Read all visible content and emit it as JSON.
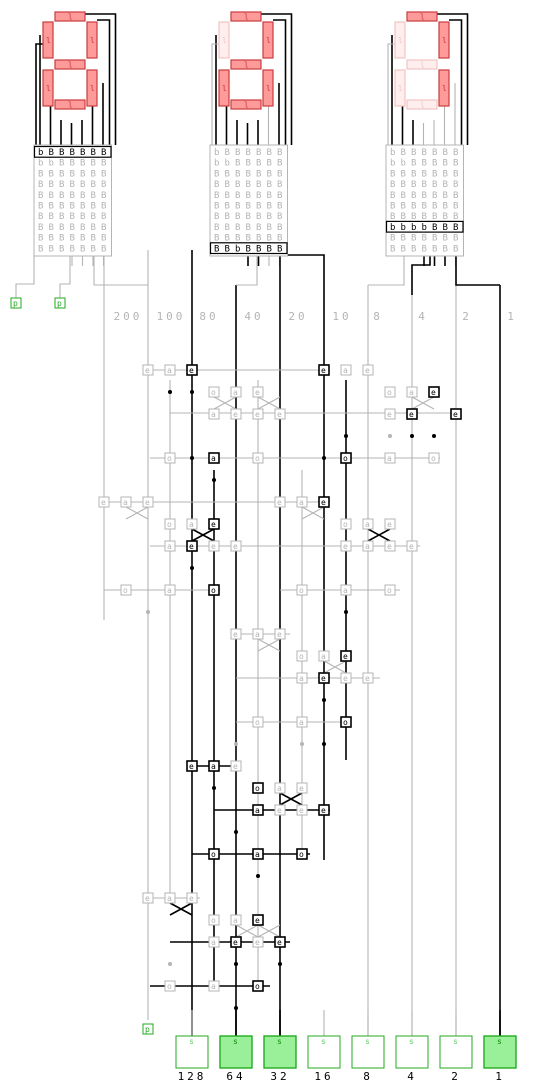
{
  "digits": [
    {
      "segments_on": [
        "a",
        "b",
        "c",
        "d",
        "e",
        "f",
        "g"
      ],
      "rom_rows": [
        [
          "b",
          "B",
          "B",
          "B",
          "B",
          "B",
          "B"
        ],
        [
          "b",
          "b",
          "B",
          "B",
          "B",
          "B",
          "B"
        ],
        [
          "B",
          "B",
          "B",
          "B",
          "B",
          "B",
          "B"
        ],
        [
          "B",
          "B",
          "B",
          "B",
          "B",
          "B",
          "B"
        ],
        [
          "B",
          "B",
          "B",
          "B",
          "B",
          "B",
          "B"
        ],
        [
          "B",
          "B",
          "B",
          "B",
          "B",
          "B",
          "B"
        ],
        [
          "B",
          "B",
          "B",
          "B",
          "B",
          "B",
          "B"
        ],
        [
          "B",
          "B",
          "B",
          "B",
          "B",
          "B",
          "B"
        ],
        [
          "B",
          "B",
          "B",
          "B",
          "B",
          "B",
          "B"
        ],
        [
          "B",
          "B",
          "B",
          "B",
          "B",
          "B",
          "B"
        ]
      ],
      "active_row": 0
    },
    {
      "segments_on": [
        "a",
        "b",
        "c",
        "d",
        "e",
        "g"
      ],
      "rom_rows": [
        [
          "b",
          "B",
          "B",
          "B",
          "B",
          "B",
          "B"
        ],
        [
          "b",
          "b",
          "B",
          "B",
          "B",
          "B",
          "B"
        ],
        [
          "B",
          "B",
          "B",
          "B",
          "B",
          "B",
          "B"
        ],
        [
          "B",
          "B",
          "B",
          "B",
          "B",
          "B",
          "B"
        ],
        [
          "B",
          "B",
          "B",
          "B",
          "B",
          "B",
          "B"
        ],
        [
          "B",
          "B",
          "B",
          "B",
          "B",
          "B",
          "B"
        ],
        [
          "B",
          "B",
          "B",
          "B",
          "B",
          "B",
          "B"
        ],
        [
          "B",
          "B",
          "B",
          "B",
          "B",
          "B",
          "B"
        ],
        [
          "B",
          "B",
          "B",
          "B",
          "B",
          "B",
          "B"
        ],
        [
          "B",
          "B",
          "b",
          "B",
          "B",
          "B",
          "B"
        ]
      ],
      "active_row": 9
    },
    {
      "segments_on": [
        "a",
        "b",
        "c"
      ],
      "rom_rows": [
        [
          "b",
          "B",
          "B",
          "B",
          "B",
          "B",
          "B"
        ],
        [
          "b",
          "b",
          "B",
          "B",
          "B",
          "B",
          "B"
        ],
        [
          "B",
          "B",
          "B",
          "B",
          "B",
          "B",
          "B"
        ],
        [
          "B",
          "B",
          "B",
          "B",
          "B",
          "B",
          "B"
        ],
        [
          "B",
          "B",
          "B",
          "B",
          "B",
          "B",
          "B"
        ],
        [
          "B",
          "B",
          "B",
          "B",
          "B",
          "B",
          "B"
        ],
        [
          "B",
          "B",
          "B",
          "B",
          "B",
          "B",
          "B"
        ],
        [
          "b",
          "b",
          "b",
          "b",
          "B",
          "B",
          "B"
        ],
        [
          "B",
          "B",
          "B",
          "B",
          "B",
          "B",
          "B"
        ],
        [
          "B",
          "B",
          "B",
          "B",
          "B",
          "B",
          "B"
        ]
      ],
      "active_row": 7
    }
  ],
  "place_values": [
    "200",
    "100",
    "80",
    "40",
    "20",
    "10",
    "8",
    "4",
    "2",
    "1"
  ],
  "probes": [
    "p",
    "p",
    "p"
  ],
  "gates": {
    "labels": {
      "e": "e",
      "a": "a",
      "o": "o",
      "s": "s"
    }
  },
  "inputs": [
    {
      "label": "128",
      "on": false
    },
    {
      "label": "64",
      "on": true
    },
    {
      "label": "32",
      "on": true
    },
    {
      "label": "16",
      "on": false
    },
    {
      "label": "8",
      "on": false
    },
    {
      "label": "4",
      "on": false
    },
    {
      "label": "2",
      "on": false
    },
    {
      "label": "1",
      "on": true
    }
  ],
  "colors": {
    "wire_on": "#000000",
    "wire_off": "#b4b4b4",
    "seg_on_fill": "#ff9a9a",
    "seg_on_stroke": "#c83c3c",
    "seg_off_fill": "#ffeeee",
    "seg_off_stroke": "#f0c4c4",
    "switch_on_fill": "#99f099",
    "switch_off_fill": "#ffffff",
    "switch_stroke": "#22aa22",
    "probe_color": "#22aa22"
  }
}
